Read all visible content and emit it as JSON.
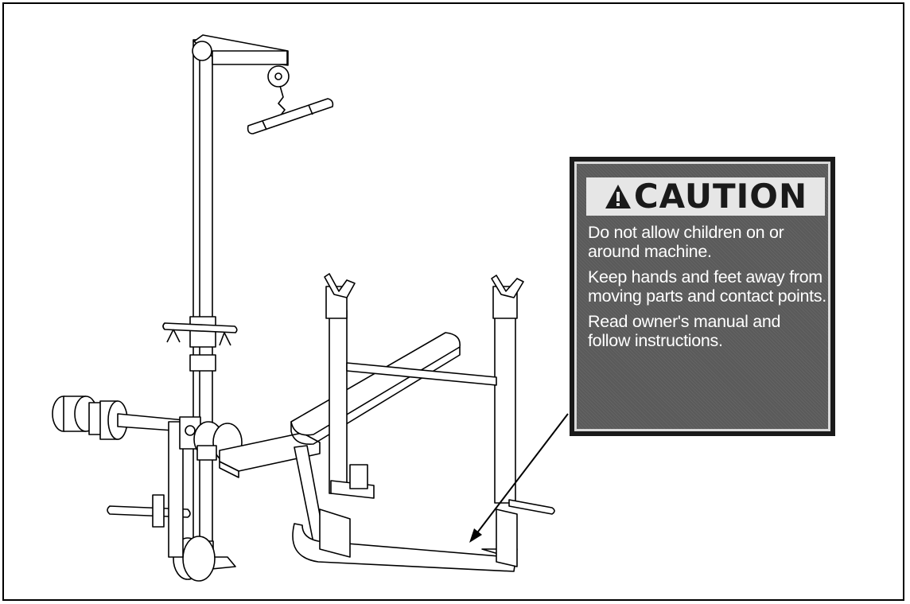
{
  "caution": {
    "title": "CAUTION",
    "icon": "alert-triangle-icon",
    "lines": [
      "Do not allow children on or around machine.",
      "Keep hands and feet away from moving parts and contact points.",
      "Read owner's manual and follow instructions."
    ]
  },
  "colors": {
    "label_background": "#5a5a5a",
    "label_border": "#1a1a1a",
    "header_background": "#e6e6e6"
  }
}
